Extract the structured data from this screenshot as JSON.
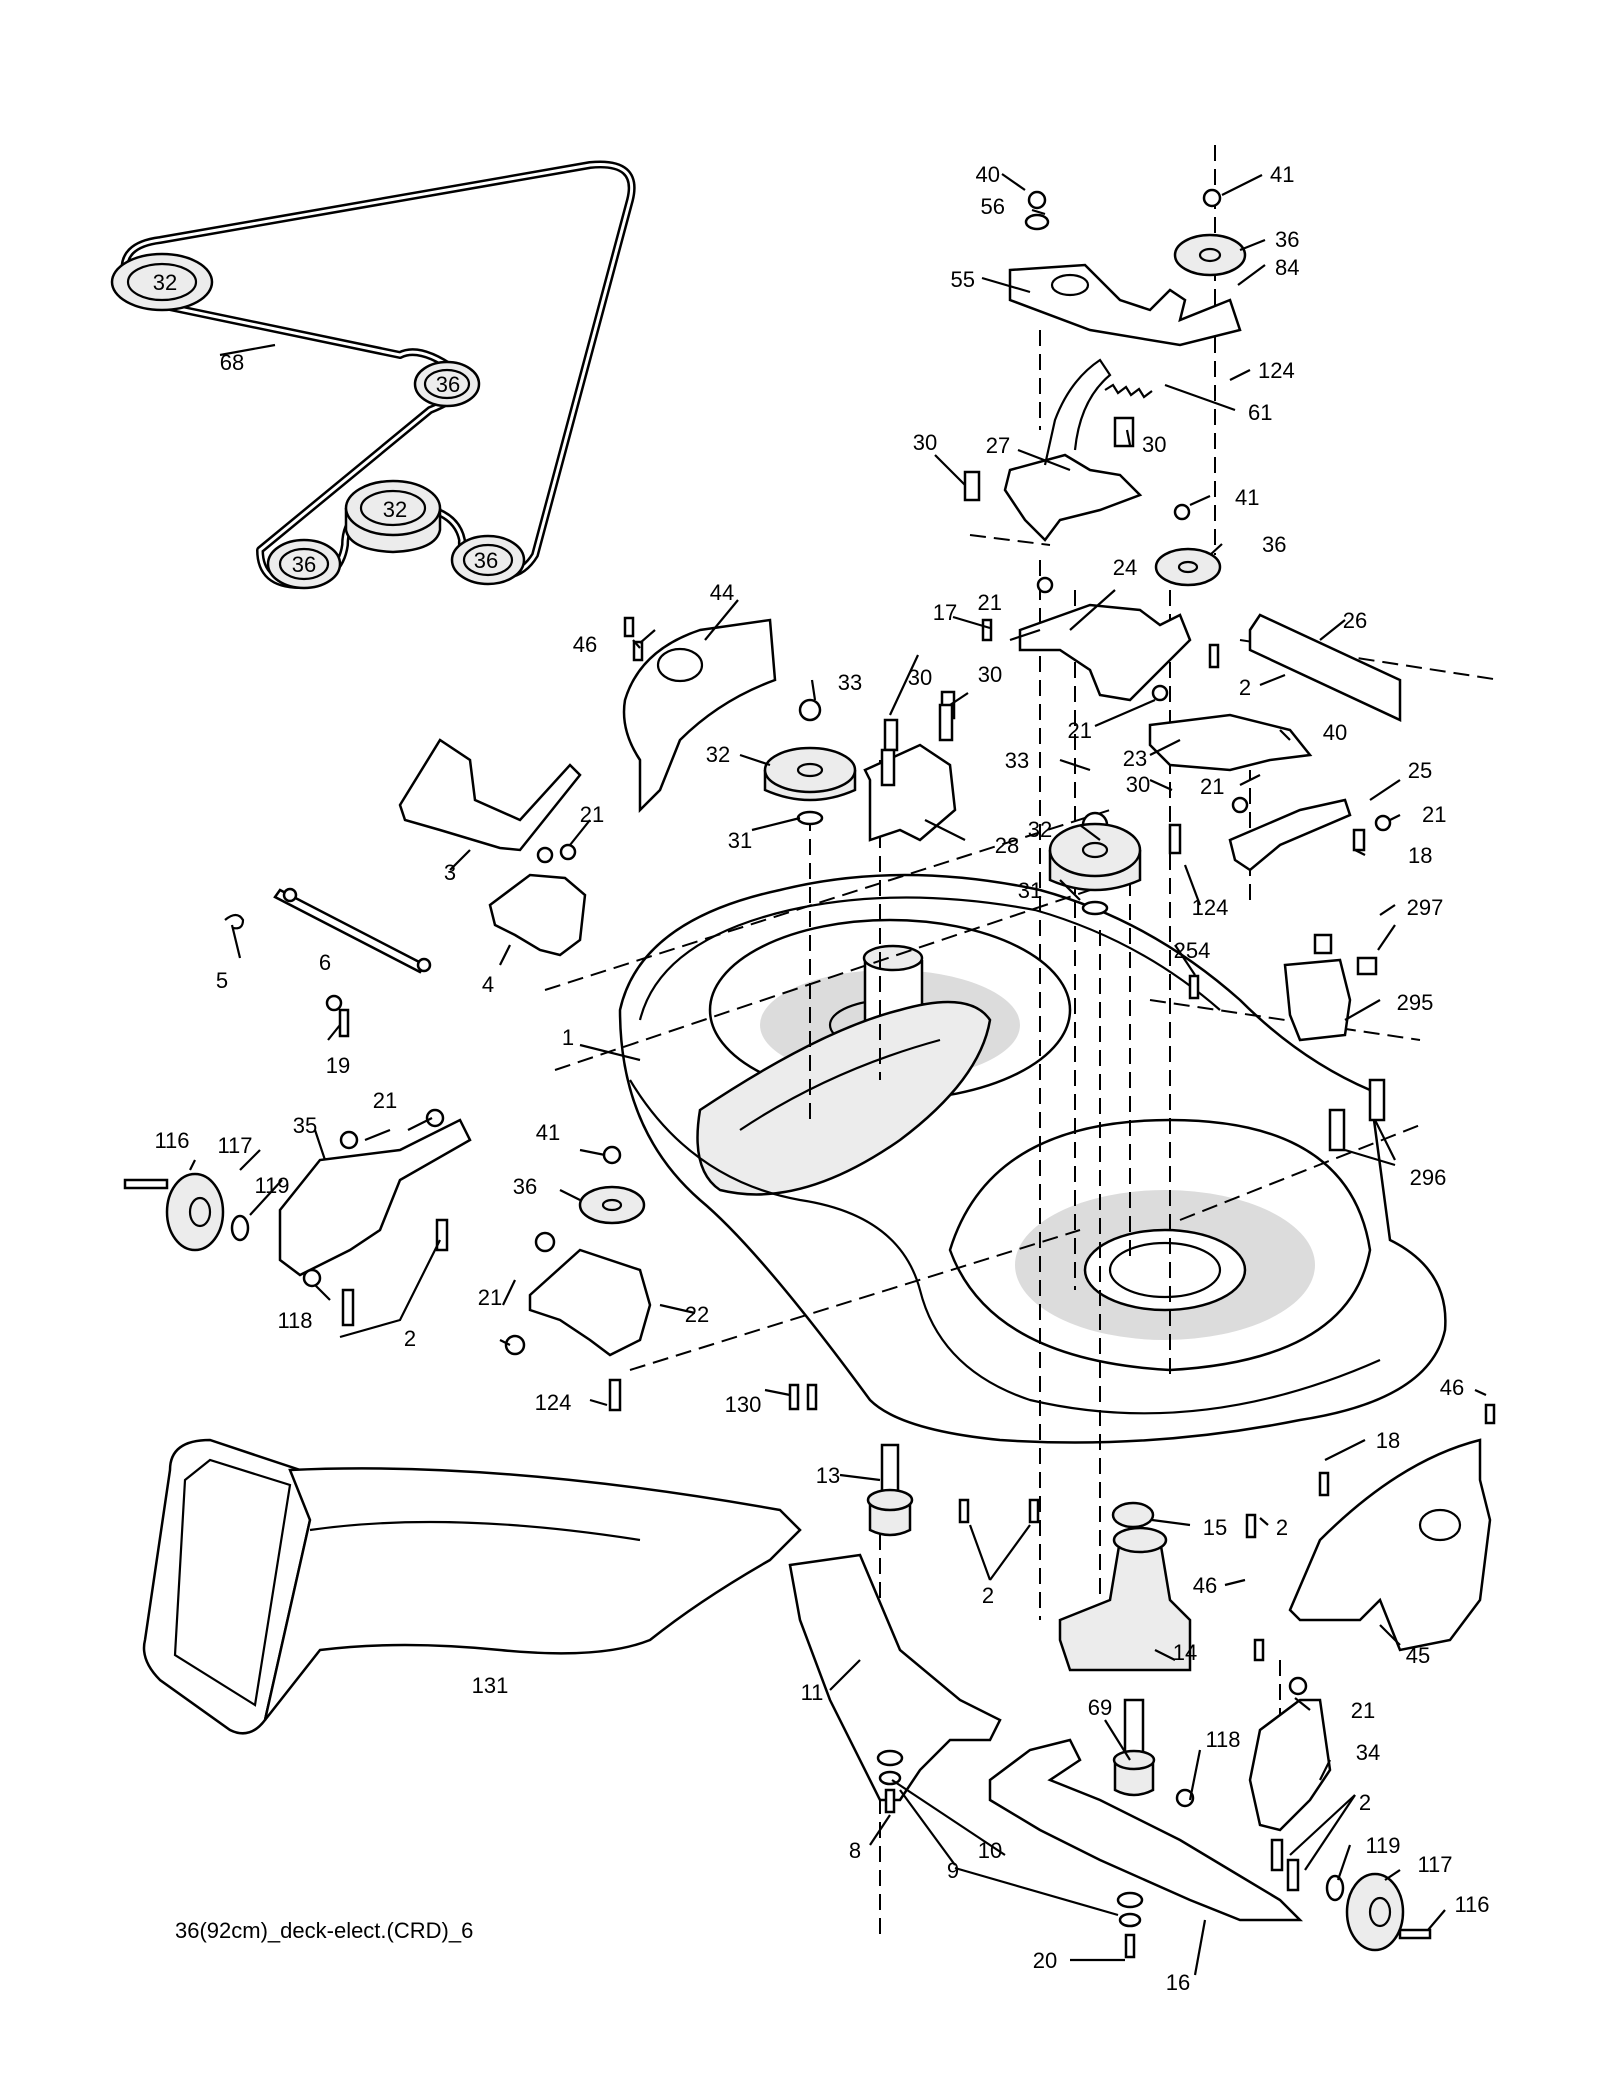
{
  "caption": "36(92cm)_deck-elect.(CRD)_6",
  "callouts": [
    "1",
    "2",
    "3",
    "4",
    "5",
    "6",
    "8",
    "9",
    "10",
    "11",
    "13",
    "14",
    "15",
    "16",
    "17",
    "18",
    "19",
    "20",
    "21",
    "22",
    "23",
    "24",
    "25",
    "26",
    "27",
    "28",
    "30",
    "31",
    "32",
    "33",
    "34",
    "35",
    "36",
    "40",
    "41",
    "44",
    "45",
    "46",
    "55",
    "56",
    "61",
    "68",
    "69",
    "84",
    "116",
    "117",
    "118",
    "119",
    "124",
    "130",
    "131",
    "254",
    "295",
    "296",
    "297"
  ],
  "belt_pulleys": [
    "32",
    "36",
    "32",
    "36",
    "36"
  ]
}
